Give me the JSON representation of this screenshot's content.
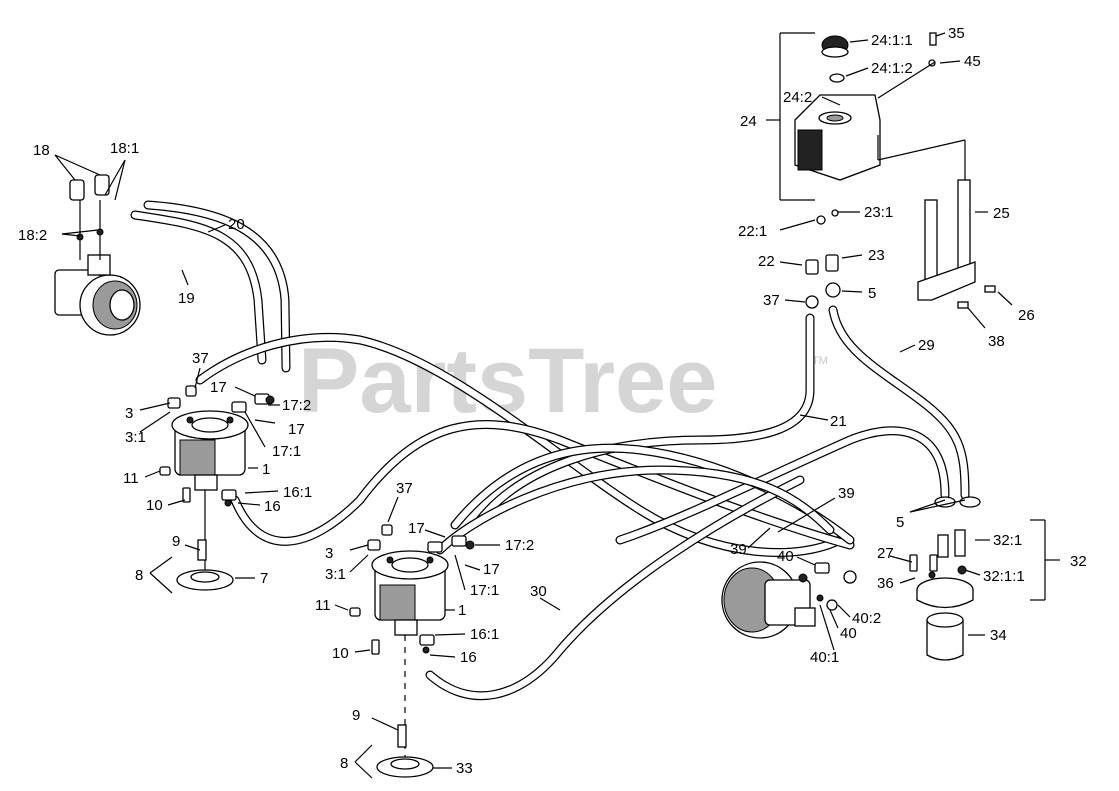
{
  "watermark": {
    "text": "PartsTree",
    "trademark": "TM"
  },
  "callouts": {
    "c1a": "1",
    "c1b": "1",
    "c3a": "3",
    "c3b": "3",
    "c3_1a": "3:1",
    "c3_1b": "3:1",
    "c5a": "5",
    "c5b": "5",
    "c7": "7",
    "c8a": "8",
    "c8b": "8",
    "c9a": "9",
    "c9b": "9",
    "c10a": "10",
    "c10b": "10",
    "c11a": "11",
    "c11b": "11",
    "c16a": "16",
    "c16b": "16",
    "c16_1a": "16:1",
    "c16_1b": "16:1",
    "c17a": "17",
    "c17b": "17",
    "c17c": "17",
    "c17_1a": "17:1",
    "c17_1b": "17:1",
    "c17_2a": "17:2",
    "c17_2b": "17:2",
    "c18": "18",
    "c18_1": "18:1",
    "c18_2": "18:2",
    "c19": "19",
    "c20": "20",
    "c21": "21",
    "c22": "22",
    "c22_1": "22:1",
    "c23": "23",
    "c23_1": "23:1",
    "c24": "24",
    "c24_1_1": "24:1:1",
    "c24_1_2": "24:1:2",
    "c24_2": "24:2",
    "c25": "25",
    "c26": "26",
    "c27": "27",
    "c29": "29",
    "c30": "30",
    "c32": "32",
    "c32_1": "32:1",
    "c32_1_1": "32:1:1",
    "c33": "33",
    "c34": "34",
    "c35": "35",
    "c36": "36",
    "c37a": "37",
    "c37b": "37",
    "c37c": "37",
    "c38": "38",
    "c39a": "39",
    "c39b": "39",
    "c40a": "40",
    "c40b": "40",
    "c40_1": "40:1",
    "c40_2": "40:2",
    "c45": "45"
  }
}
